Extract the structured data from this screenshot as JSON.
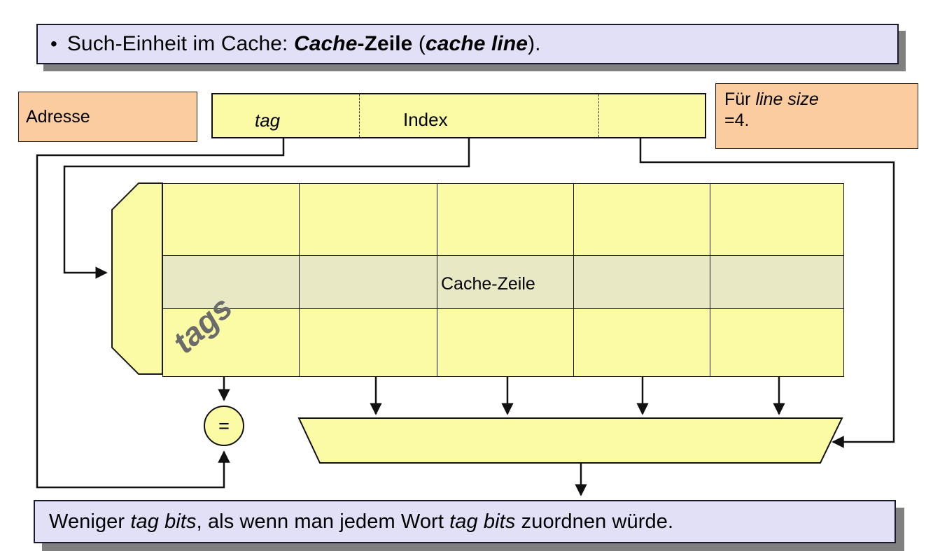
{
  "slide": {
    "top_banner": {
      "bullet": "•",
      "segments": [
        {
          "text": "Such-Einheit im Cache: ",
          "style": "normal"
        },
        {
          "text": "Cache",
          "style": "bold-italic"
        },
        {
          "text": "-Zeile",
          "style": "bold"
        },
        {
          "text": " (",
          "style": "normal"
        },
        {
          "text": "cache line",
          "style": "bold-italic"
        },
        {
          "text": ").",
          "style": "normal"
        }
      ],
      "plain": "Such-Einheit im Cache: Cache-Zeile (cache line)."
    },
    "bottom_banner": {
      "segments": [
        {
          "text": "Weniger ",
          "style": "normal"
        },
        {
          "text": "tag bits",
          "style": "italic"
        },
        {
          "text": ", als wenn man jedem Wort ",
          "style": "normal"
        },
        {
          "text": "tag bits",
          "style": "italic"
        },
        {
          "text": " zuordnen würde.",
          "style": "normal"
        }
      ],
      "plain": "Weniger tag bits, als wenn man jedem Wort tag bits zuordnen würde."
    },
    "address_label_box": {
      "label": "Adresse"
    },
    "note_box": {
      "line1_prefix": "Für ",
      "line1_italic": "line size",
      "line2": "=4."
    },
    "address_bar": {
      "fields": [
        {
          "name": "tag",
          "label": "tag",
          "italic": true
        },
        {
          "name": "index",
          "label": "Index",
          "italic": false
        },
        {
          "name": "offset",
          "label": "",
          "italic": false
        }
      ]
    },
    "cache_array": {
      "rows": 3,
      "columns": 5,
      "highlighted_row_index": 1,
      "highlighted_label": "Cache-Zeile",
      "tags_label": "tags"
    },
    "comparator": {
      "symbol": "="
    },
    "multiplexer": {
      "label": ""
    }
  },
  "colors": {
    "banner_fill": "#E2E0F7",
    "banner_border": "#1a1a2e",
    "shadow": "#808080",
    "orange_fill": "#FACCA0",
    "yellow_fill": "#FBFBA6",
    "highlight_fill": "#E8E8C4",
    "line": "#111111",
    "tags_text": "#6b6b6b"
  }
}
